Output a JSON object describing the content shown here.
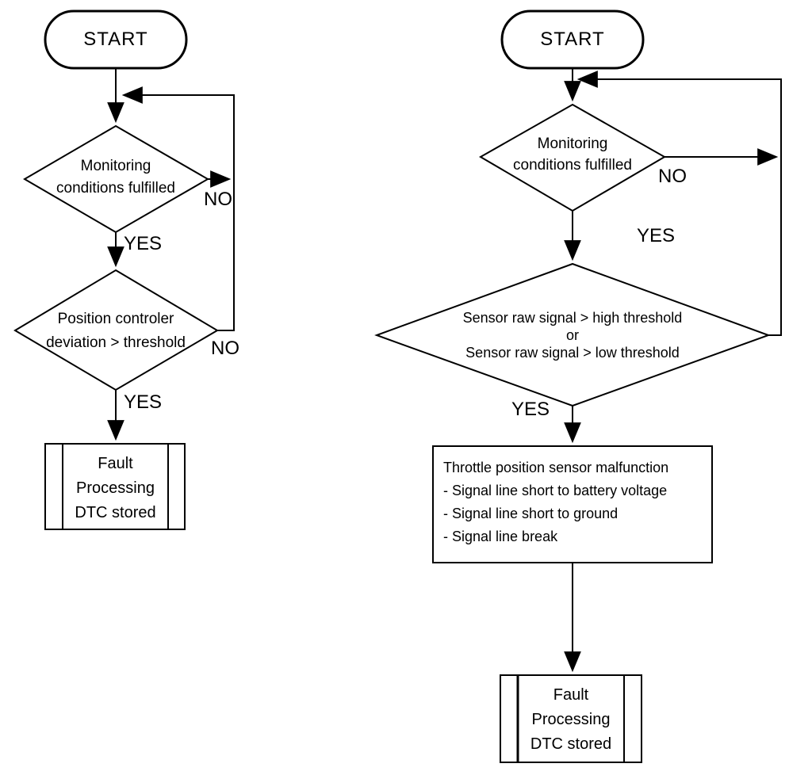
{
  "diagram": {
    "type": "flowchart-pair",
    "background": "#ffffff",
    "line_color": "#000000",
    "left_flow": {
      "start_label": "START",
      "decision1": {
        "lines": [
          "Monitoring",
          "conditions fulfilled"
        ],
        "no_label": "NO",
        "yes_label": "YES"
      },
      "decision2": {
        "lines": [
          "Position controler",
          "deviation > threshold"
        ],
        "no_label": "NO",
        "yes_label": "YES"
      },
      "fault_box": {
        "lines": [
          "Fault",
          "Processing",
          "DTC stored"
        ]
      }
    },
    "right_flow": {
      "start_label": "START",
      "decision1": {
        "lines": [
          "Monitoring",
          "conditions fulfilled"
        ],
        "no_label": "NO",
        "yes_label": "YES"
      },
      "decision2": {
        "lines": [
          "Sensor raw signal > high threshold",
          "or",
          "Sensor raw signal > low threshold"
        ],
        "yes_label": "YES"
      },
      "process_box": {
        "lines": [
          "Throttle position sensor malfunction",
          "- Signal line short to battery voltage",
          "- Signal line short to ground",
          "- Signal line break"
        ]
      },
      "fault_box": {
        "lines": [
          "Fault",
          "Processing",
          "DTC stored"
        ]
      }
    }
  }
}
